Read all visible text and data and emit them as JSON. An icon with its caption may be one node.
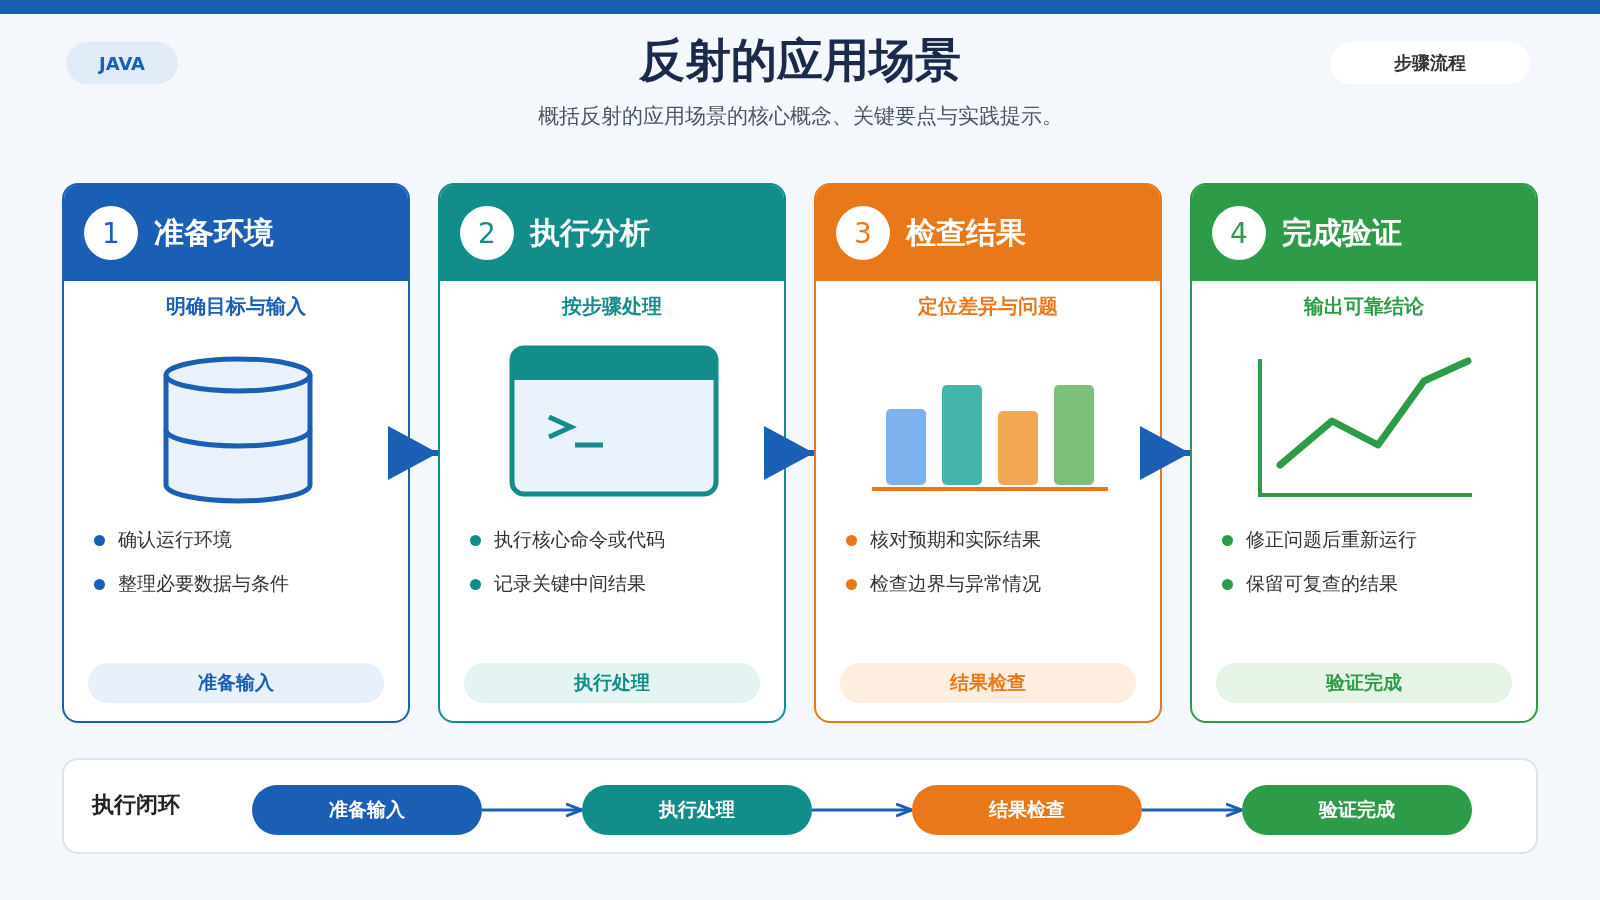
{
  "diagram": {
    "title": "反射的应用场景",
    "nodes": [
      {
        "text": [],
        "shape": "bar"
      },
      {
        "text": [
          "1",
          "准备环境",
          "明确目标与输入",
          "确认运行环境",
          "整理必要数据与条件",
          "准备输入"
        ]
      },
      {
        "text": [
          "2",
          "执行分析",
          "按步骤处理",
          "执行核心命令或代码",
          "记录关键中间结果",
          "执行处理"
        ]
      },
      {
        "text": [
          "3",
          "检查结果",
          "定位差异与问题",
          "核对预期和实际结果",
          "检查边界与异常情况",
          "结果检查"
        ]
      },
      {
        "text": [
          "4",
          "完成验证",
          "输出可靠结论",
          "修正问题后重新运行",
          "保留可复查的结果",
          "验证完成"
        ]
      },
      {
        "text": [
          "执行闭环"
        ]
      },
      {
        "text": [
          "准备输入"
        ],
        "in": 5
      },
      {
        "text": [
          "执行处理"
        ],
        "in": 5
      },
      {
        "text": [
          "结果检查"
        ],
        "in": 5
      },
      {
        "text": [
          "验证完成"
        ],
        "in": 5
      }
    ],
    "edges": [
      {
        "from": 1,
        "to": 2,
        "arrow": "to",
        "style": "thick"
      },
      {
        "from": 2,
        "to": 3,
        "arrow": "to",
        "style": "thick"
      },
      {
        "from": 3,
        "to": 4,
        "arrow": "to",
        "style": "thick"
      },
      {
        "from": 6,
        "to": 7,
        "arrow": "to"
      },
      {
        "from": 7,
        "to": 8,
        "arrow": "to"
      },
      {
        "from": 8,
        "to": 9,
        "arrow": "to"
      }
    ],
    "labels": [
      "JAVA",
      "步骤流程",
      "概括反射的应用场景的核心概念、关键要点与实践提示。"
    ]
  }
}
